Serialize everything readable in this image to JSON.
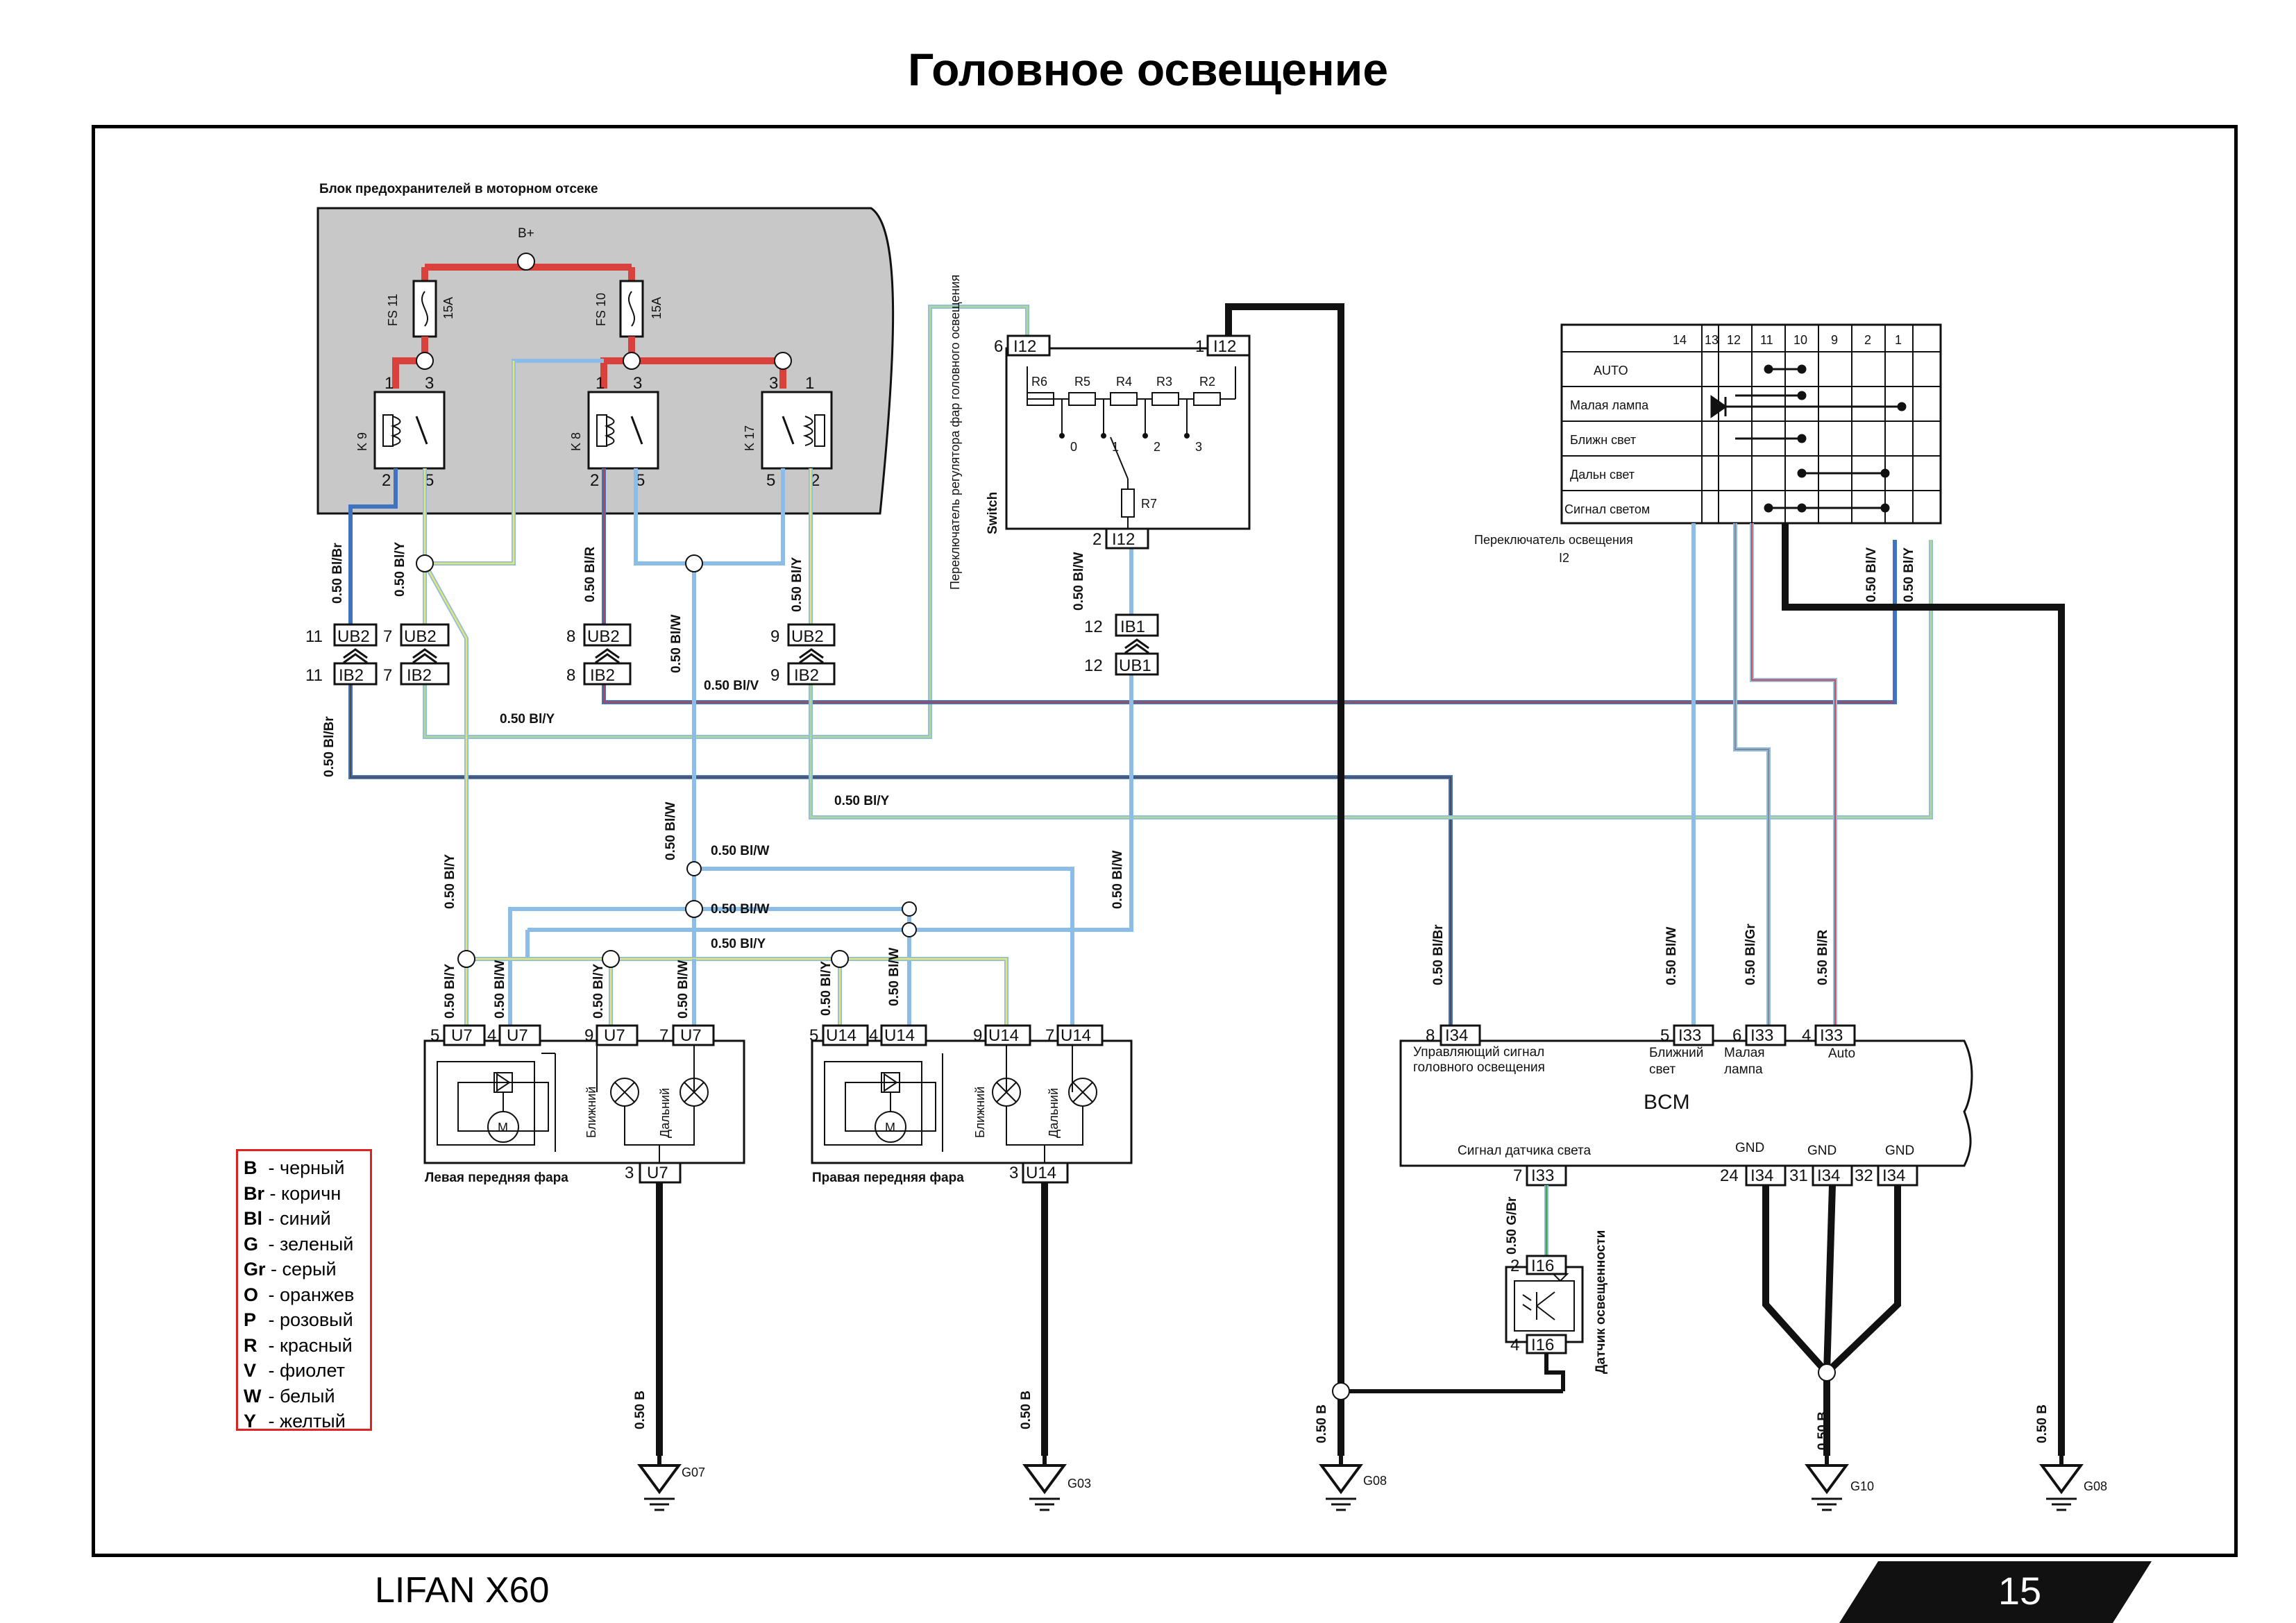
{
  "page": {
    "title": "Головное освещение",
    "model": "LIFAN X60",
    "page_number": "15"
  },
  "fuse_block": {
    "title": "Блок предохранителей в моторном отсеке",
    "supply": "B+",
    "fuses": [
      {
        "name": "FS 11",
        "rating": "15A"
      },
      {
        "name": "FS 10",
        "rating": "15A"
      }
    ],
    "relays": [
      {
        "name": "K 9",
        "pins": [
          "1",
          "3",
          "2",
          "5"
        ]
      },
      {
        "name": "K 8",
        "pins": [
          "1",
          "3",
          "2",
          "5"
        ]
      },
      {
        "name": "K 17",
        "pins": [
          "3",
          "1",
          "5",
          "2"
        ]
      }
    ]
  },
  "regulator": {
    "label": "Переключатель регулятора фар головного освещения",
    "sublabel": "Switch",
    "resistors": [
      "R6",
      "R5",
      "R4",
      "R3",
      "R2",
      "R7"
    ],
    "positions": [
      "0",
      "1",
      "2",
      "3"
    ],
    "connectors": [
      {
        "pin": "6",
        "name": "I12"
      },
      {
        "pin": "1",
        "name": "I12"
      },
      {
        "pin": "2",
        "name": "I12"
      }
    ]
  },
  "switch_table": {
    "label": "Переключатель освещения",
    "sublabel": "I2",
    "columns": [
      "14",
      "13",
      "12",
      "11",
      "10",
      "9",
      "2",
      "1"
    ],
    "rows": [
      "AUTO",
      "Малая лампа",
      "Ближн свет",
      "Дальн свет",
      "Сигнал светом"
    ]
  },
  "connectors": {
    "ub2_11": {
      "pin": "11",
      "name": "UB2"
    },
    "ib2_11": {
      "pin": "11",
      "name": "IB2"
    },
    "ub2_7": {
      "pin": "7",
      "name": "UB2"
    },
    "ib2_7": {
      "pin": "7",
      "name": "IB2"
    },
    "ub2_8": {
      "pin": "8",
      "name": "UB2"
    },
    "ib2_8": {
      "pin": "8",
      "name": "IB2"
    },
    "ub2_9": {
      "pin": "9",
      "name": "UB2"
    },
    "ib2_9": {
      "pin": "9",
      "name": "IB2"
    },
    "ib1_12": {
      "pin": "12",
      "name": "IB1"
    },
    "ub1_12": {
      "pin": "12",
      "name": "UB1"
    }
  },
  "wires": {
    "bl_br": "0.50 Bl/Br",
    "bl_y": "0.50 Bl/Y",
    "bl_r": "0.50 Bl/R",
    "bl_w": "0.50 Bl/W",
    "bl_v": "0.50 Bl/V",
    "bl_gr": "0.50 Bl/Gr",
    "g_br": "0.50 G/Br",
    "b": "0.50 B"
  },
  "left_headlamp": {
    "label": "Левая передняя фара",
    "connector": "U7",
    "pins": [
      "5",
      "4",
      "9",
      "7",
      "3"
    ],
    "low_beam": "Ближний",
    "high_beam": "Дальний",
    "motor": "M"
  },
  "right_headlamp": {
    "label": "Правая передняя фара",
    "connector": "U14",
    "pins": [
      "5",
      "4",
      "9",
      "7",
      "3"
    ],
    "low_beam": "Ближний",
    "high_beam": "Дальний",
    "motor": "M"
  },
  "bcm": {
    "name": "BCM",
    "inputs": [
      {
        "pin": "8",
        "conn": "I34",
        "label": "Управляющий сигнал головного освещения"
      },
      {
        "pin": "5",
        "conn": "I33",
        "label": "Ближний свет"
      },
      {
        "pin": "6",
        "conn": "I33",
        "label": "Малая лампа"
      },
      {
        "pin": "4",
        "conn": "I33",
        "label": "Auto"
      }
    ],
    "sensor_signal": "Сигнал датчика света",
    "gnd_label": "GND",
    "outputs": [
      {
        "pin": "7",
        "conn": "I33"
      },
      {
        "pin": "24",
        "conn": "I34"
      },
      {
        "pin": "31",
        "conn": "I34"
      },
      {
        "pin": "32",
        "conn": "I34"
      }
    ]
  },
  "sensor": {
    "label": "Датчик освещенности",
    "connector": "I16",
    "pins": [
      "2",
      "4"
    ]
  },
  "grounds": [
    "G07",
    "G03",
    "G08",
    "G10",
    "G08"
  ],
  "legend": [
    {
      "code": "B",
      "text": "- черный"
    },
    {
      "code": "Br",
      "text": "- коричн"
    },
    {
      "code": "Bl",
      "text": "- синий"
    },
    {
      "code": "G",
      "text": "- зеленый"
    },
    {
      "code": "Gr",
      "text": "- серый"
    },
    {
      "code": "O",
      "text": "- оранжев"
    },
    {
      "code": "P",
      "text": "- розовый"
    },
    {
      "code": "R",
      "text": "- красный"
    },
    {
      "code": "V",
      "text": "- фиолет"
    },
    {
      "code": "W",
      "text": "- белый"
    },
    {
      "code": "Y",
      "text": "- желтый"
    }
  ],
  "colors": {
    "supply": "#d9413c",
    "blue": "#3f73c0",
    "light_blue": "#8bbde6",
    "yellow": "#e8e56a",
    "green": "#4aa64a",
    "black": "#111111",
    "grey_box": "#c8c8c8"
  }
}
